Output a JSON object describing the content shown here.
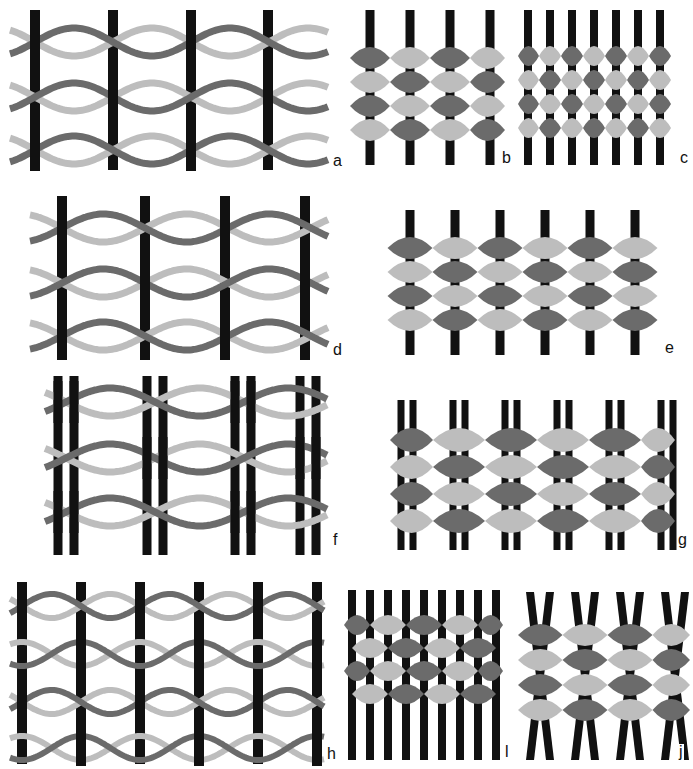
{
  "diagram": {
    "labels": [
      "a",
      "b",
      "c",
      "d",
      "e",
      "f",
      "g",
      "h",
      "l",
      "j"
    ]
  }
}
